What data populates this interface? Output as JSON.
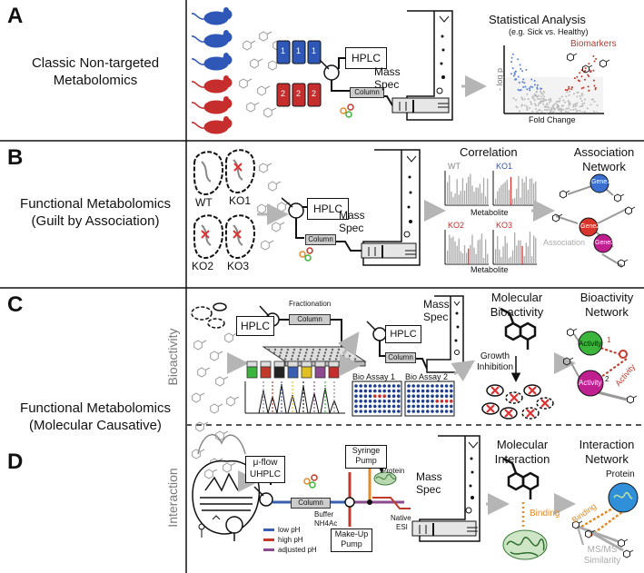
{
  "panels": {
    "A": {
      "letter": "A",
      "title_line1": "Classic Non-targeted",
      "title_line2": "Metabolomics",
      "hplc": "HPLC",
      "column": "Column",
      "mass": "Mass",
      "spec": "Spec",
      "stats_title": "Statistical Analysis",
      "stats_sub": "(e.g. Sick vs. Healthy)",
      "biomarkers": "Biomarkers",
      "ylabel": "- log p",
      "xlabel": "Fold Change",
      "vial_labels": [
        "1",
        "1",
        "1",
        "2",
        "2",
        "2"
      ]
    },
    "B": {
      "letter": "B",
      "title_line1": "Functional Metabolomics",
      "title_line2": "(Guilt by Association)",
      "cells": [
        "WT",
        "KO1",
        "KO2",
        "KO3"
      ],
      "hplc": "HPLC",
      "column": "Column",
      "mass": "Mass",
      "spec": "Spec",
      "correlation": "Correlation",
      "plots": [
        "WT",
        "KO1",
        "KO2",
        "KO3"
      ],
      "metabolite": "Metabolite",
      "network_line1": "Association",
      "network_line2": "Network",
      "genes": [
        "Gene1",
        "Gene2",
        "Gene3"
      ],
      "association": "Association"
    },
    "C": {
      "letter": "C",
      "side": "Bioactivity",
      "fractionation": "Fractionation",
      "column": "Column",
      "hplc_left": "HPLC",
      "hplc_right": "HPLC",
      "mass": "Mass",
      "spec": "Spec",
      "assay1": "Bio Assay 1",
      "assay2": "Bio Assay 2",
      "mol_line1": "Molecular",
      "mol_line2": "Bioactivity",
      "growth_line1": "Growth",
      "growth_line2": "Inhibition",
      "network_line1": "Bioactivity",
      "network_line2": "Network",
      "activity1": "Activity",
      "activity1_num": "1",
      "activity2": "Activity",
      "activity2_num": "2",
      "activity_link": "Activity"
    },
    "CD": {
      "title_line1": "Functional Metabolomics",
      "title_line2": "(Molecular Causative)"
    },
    "D": {
      "letter": "D",
      "side": "Interaction",
      "uhplc_line1": "μ-flow",
      "uhplc_line2": "UHPLC",
      "column": "Column",
      "syringe_line1": "Syringe",
      "syringe_line2": "Pump",
      "protein_small": "Protein",
      "buffer": "Buffer",
      "nh4ac": "NH4Ac",
      "makeup_line1": "Make-Up",
      "makeup_line2": "Pump",
      "native": "Native",
      "esi": "ESI",
      "mass": "Mass",
      "spec": "Spec",
      "mol_line1": "Molecular",
      "mol_line2": "Interaction",
      "binding": "Binding",
      "network_line1": "Interaction",
      "network_line2": "Network",
      "protein": "Protein",
      "binding_net": "Binding",
      "msms_line1": "MS/MS",
      "msms_line2": "Similarity",
      "legend": [
        {
          "label": "low pH",
          "color": "#3a5fb0"
        },
        {
          "label": "high pH",
          "color": "#c0392b"
        },
        {
          "label": "adjusted pH",
          "color": "#8e4a8e"
        }
      ]
    }
  },
  "colors": {
    "blue_mouse": "#2f57b7",
    "red_mouse": "#c62e2e",
    "gray_arrow": "#b5b5b5",
    "gene1": "#3b6fd0",
    "gene2": "#d7352b",
    "gene3": "#c0208f",
    "activity1": "#3bb53b",
    "activity2": "#c0208f",
    "protein": "#2f8fd8",
    "orange": "#e08a2a"
  }
}
